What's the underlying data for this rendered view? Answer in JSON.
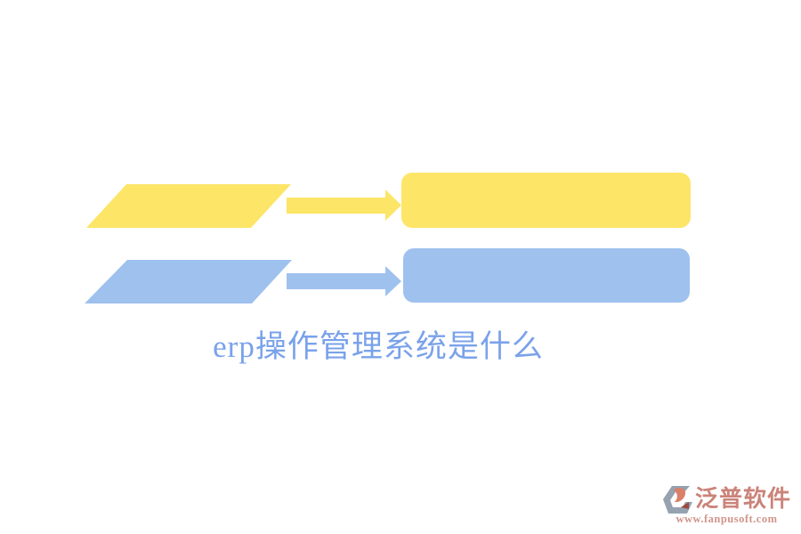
{
  "page": {
    "background": "#FFFFFF"
  },
  "title": {
    "text": "erp操作管理系统是什么",
    "color": "#7AA2EA"
  },
  "flow_diagram": {
    "rows": [
      {
        "name": "top-row",
        "color": "#FDE567",
        "shapes": [
          "parallelogram",
          "right-arrow",
          "rounded-rectangle"
        ]
      },
      {
        "name": "bottom-row",
        "color": "#9EC1EE",
        "shapes": [
          "parallelogram",
          "right-arrow",
          "rounded-rectangle"
        ]
      }
    ]
  },
  "watermark": {
    "brand": "泛普软件",
    "url": "www.fanpusoft.com",
    "brand_color": "#CB837A",
    "icon_colors": {
      "gray": "#96A2B0",
      "red": "#DA8069",
      "dark_red": "#9C4A40"
    }
  }
}
